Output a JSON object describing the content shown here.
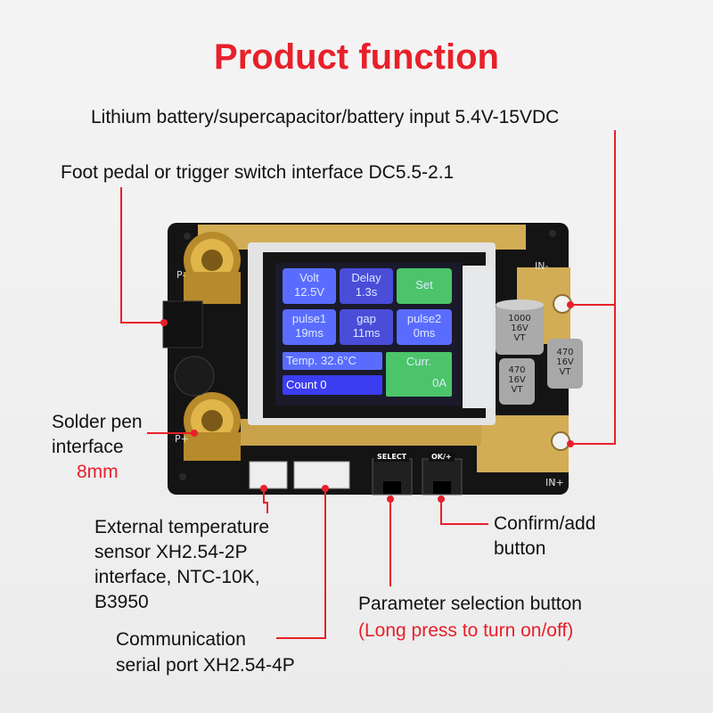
{
  "title": "Product function",
  "callouts": {
    "battery_input": "Lithium battery/supercapacitor/battery input 5.4V-15VDC",
    "foot_pedal": "Foot pedal or trigger switch interface DC5.5-2.1",
    "solder_pen_1": "Solder pen",
    "solder_pen_2": "interface",
    "solder_pen_size": "8mm",
    "temp_sensor_1": "External temperature",
    "temp_sensor_2": "sensor XH2.54-2P",
    "temp_sensor_3": "interface, NTC-10K,",
    "temp_sensor_4": "B3950",
    "confirm_1": "Confirm/add",
    "confirm_2": "button",
    "param_select": "Parameter selection button",
    "param_select_note": "(Long press to turn on/off)",
    "serial_1": "Communication",
    "serial_2": "serial port XH2.54-4P"
  },
  "lcd": {
    "volt_label": "Volt",
    "volt_value": "12.5V",
    "delay_label": "Delay",
    "delay_value": "1.3s",
    "set_label": "Set",
    "pulse1_label": "pulse1",
    "pulse1_value": "19ms",
    "gap_label": "gap",
    "gap_value": "11ms",
    "pulse2_label": "pulse2",
    "pulse2_value": "0ms",
    "temp": "Temp. 32.6°C",
    "curr_label": "Curr.",
    "curr_value": "0A",
    "count": "Count 0"
  },
  "board": {
    "select_label": "SELECT",
    "ok_label": "OK/+",
    "in_minus": "IN-",
    "in_plus": "IN+",
    "p_minus": "P-",
    "p_plus": "P+",
    "cap1": [
      "1000",
      "16V",
      "VT"
    ],
    "cap2": [
      "470",
      "16V",
      "VT"
    ],
    "cap3": [
      "470",
      "16V",
      "VT"
    ]
  },
  "colors": {
    "accent_red": "#e8202a",
    "pcb": "#141414",
    "brass": "#d2ad55",
    "lcd_blue": "#5a6cff",
    "lcd_green": "#4cc46a"
  }
}
